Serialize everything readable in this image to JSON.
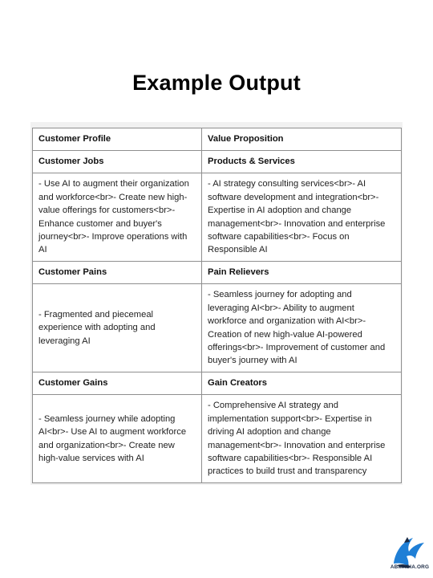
{
  "title": "Example Output",
  "table": {
    "header": {
      "left": "Customer Profile",
      "right": "Value Proposition"
    },
    "sections": [
      {
        "left_label": "Customer Jobs",
        "right_label": "Products & Services",
        "left_text": "- Use AI to augment their organization and workforce<br>- Create new high-value offerings for customers<br>- Enhance customer and buyer's journey<br>- Improve operations with AI",
        "right_text": "- AI strategy consulting services<br>- AI software development and integration<br>- Expertise in AI adoption and change management<br>- Innovation and enterprise software capabilities<br>- Focus on Responsible AI"
      },
      {
        "left_label": "Customer Pains",
        "right_label": "Pain Relievers",
        "left_text": "- Fragmented and piecemeal experience with adopting and leveraging AI",
        "right_text": "- Seamless journey for adopting and leveraging AI<br>- Ability to augment workforce and organization with AI<br>- Creation of new high-value AI-powered offerings<br>- Improvement of customer and buyer's journey with AI"
      },
      {
        "left_label": "Customer Gains",
        "right_label": "Gain Creators",
        "left_text": "- Seamless journey while adopting AI<br>- Use AI to augment workforce and organization<br>- Create new high-value services with AI",
        "right_text": "- Comprehensive AI strategy and implementation support<br>- Expertise in driving AI adoption and change management<br>- Innovation and enterprise software capabilities<br>- Responsible AI practices to build trust and transparency"
      }
    ]
  },
  "watermark": {
    "text": "ABMASIA.ORG"
  },
  "colors": {
    "border": "#8f8f8f",
    "background": "#f1f1f1",
    "logo_blue": "#1f7fd6",
    "logo_dark": "#1b2a44"
  }
}
